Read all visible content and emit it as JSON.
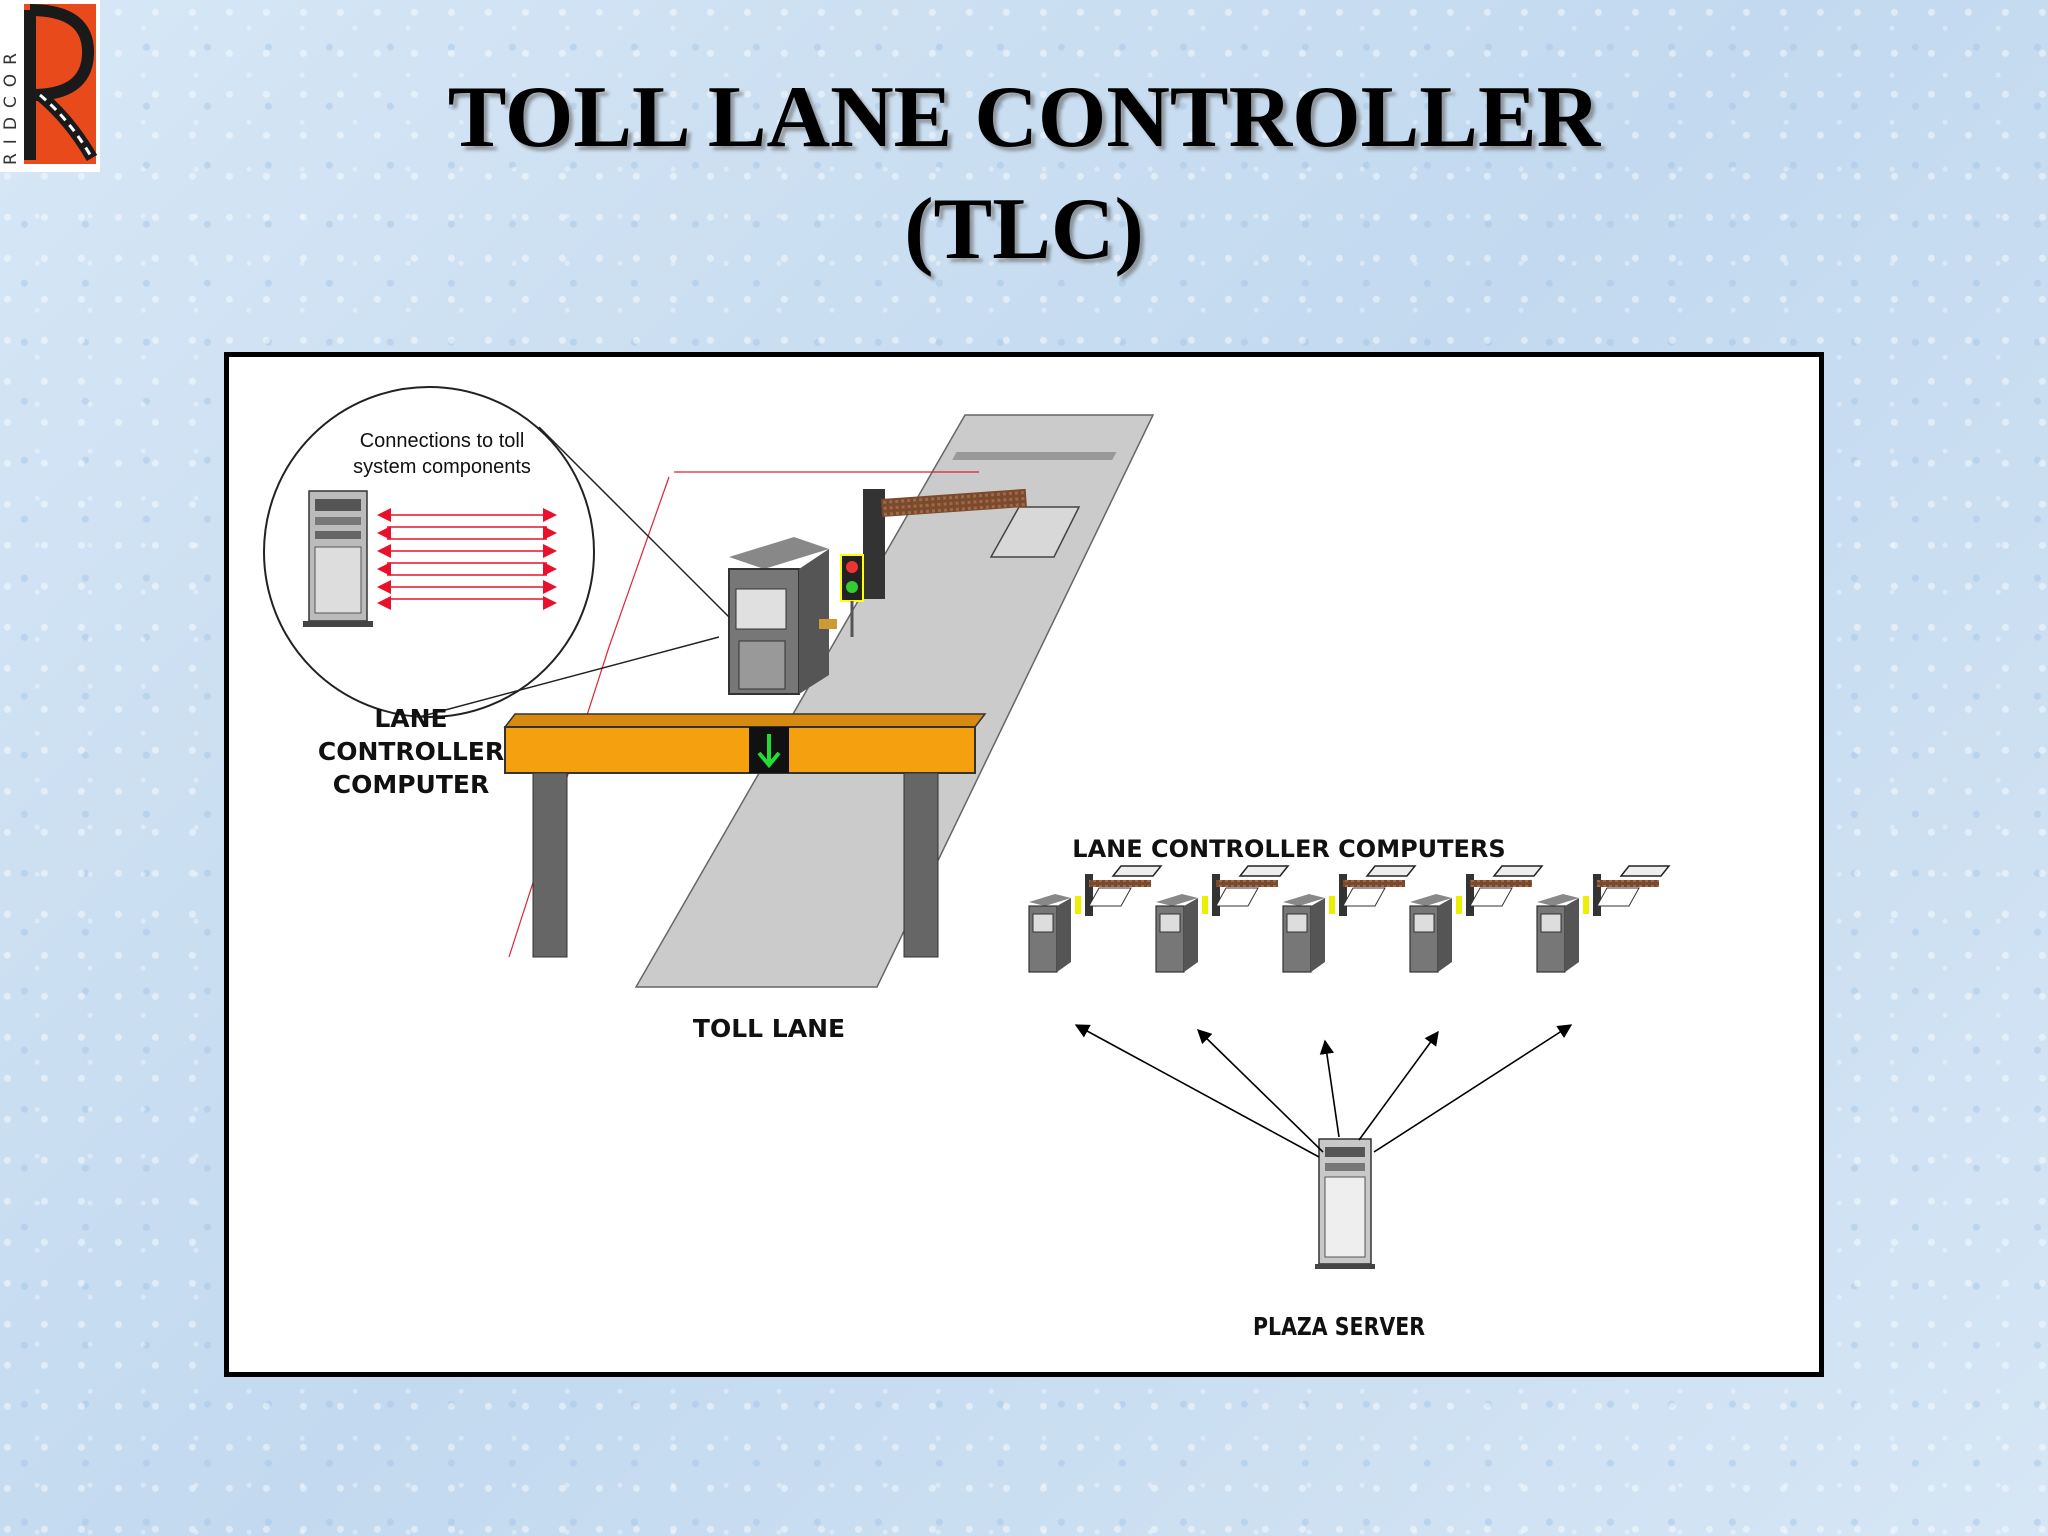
{
  "slide": {
    "title_line1": "TOLL LANE CONTROLLER",
    "title_line2": "(TLC)",
    "logo_text": "RIDCOR"
  },
  "diagram": {
    "callout_text": "Connections to toll system components",
    "lane_controller_label": "LANE CONTROLLER COMPUTER",
    "toll_lane_label": "TOLL LANE",
    "lane_controllers_label": "LANE CONTROLLER COMPUTERS",
    "plaza_server_label": "PLAZA SERVER",
    "lane_count": 5,
    "colors": {
      "canopy": "#f5a00f",
      "lane": "#cbcbcb",
      "connection": "#e8102a",
      "barrier": "#8b5a3c",
      "logo_red": "#e84a1c"
    }
  }
}
